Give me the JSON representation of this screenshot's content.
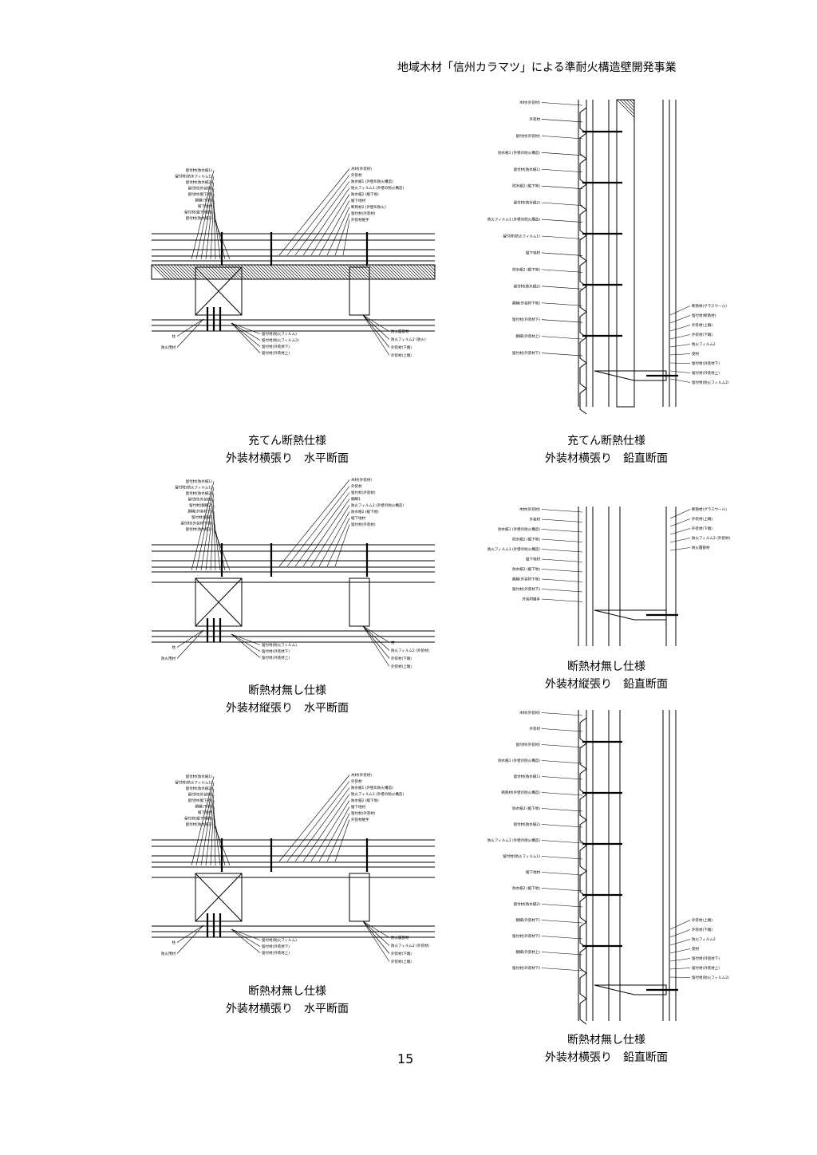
{
  "header": "地域木材「信州カラマツ」による準耐火構造壁開発事業",
  "page_number": "15",
  "figures": [
    {
      "id": "fig1",
      "line1": "充てん断熱仕様",
      "line2": "外装材横張り　水平断面",
      "labels_left": [
        "留付材(防水紙1)",
        "留付材(防水フィルム1)",
        "留付材(防水紙2)",
        "留付材(外装材)",
        "留付材(縦下地)",
        "胴縁(下地)",
        "縦下地材",
        "留付材(縦下地材)",
        "留付材(防水紙1)"
      ],
      "labels_right": [
        "木材(外装材)",
        "外装材",
        "防水紙1 (外壁の防火構造)",
        "防火フィルム1 (外壁の防火構造)",
        "防水紙2 (縦下地)",
        "縦下地材",
        "断熱材2 (外壁の防火)",
        "留付材(外装材)",
        "外装材継手"
      ],
      "labels_bottom_left": [
        "柱",
        "防火用材"
      ],
      "labels_bottom_center": [
        "留付材(防火フィルム)",
        "留付材(防火フィルム2)",
        "留付材(外装材下)",
        "留付材(外装材上)"
      ],
      "labels_bottom_right": [
        "防火層部材",
        "防火フィルム2 (防火)",
        "外装材(下端)",
        "外装材(上端)"
      ]
    },
    {
      "id": "fig2",
      "line1": "充てん断熱仕様",
      "line2": "外装材横張り　鉛直断面",
      "labels_left": [
        "木材(外装材)",
        "外装材",
        "留付材(外装材)",
        "防水紙1 (外壁の防火構造)",
        "留付材(防水紙1)",
        "防水紙2 (縦下地)",
        "留付材(防水紙2)",
        "防火フィルム1 (外壁の防火構造)",
        "留付材(防火フィルム1)",
        "縦下地材",
        "防水紙2 (縦下地)",
        "留付材(防水紙2)",
        "胴縁(外装材下地)",
        "留付材(外装材下)",
        "胴縁(外装材上)",
        "留付材(外装材下)"
      ],
      "labels_right": [
        "断熱材(グラスウール)",
        "留付材(断熱材)",
        "外装材(上端)",
        "外装材(下端)",
        "防火フィルム2",
        "受材",
        "留付材(外装材下)",
        "留付材(外装材上)",
        "留付材(防火フィルム2)"
      ]
    },
    {
      "id": "fig3",
      "line1": "断熱材無し仕様",
      "line2": "外装材縦張り　水平断面",
      "labels_left": [
        "留付材(防水紙1)",
        "留付材(防火フィルム1)",
        "留付材(防水紙2)",
        "留付材(外装材)",
        "留付材(胴縁2)",
        "胴縁(外装材下)",
        "留付材(胴縁)",
        "留付材(外装材下地)",
        "留付材(防水紙1)"
      ],
      "labels_right": [
        "木材(外装材)",
        "外装材",
        "留付材(外装材)",
        "胴縁1",
        "防火フィルム1 (外壁の防火構造)",
        "防水紙2 (縦下地)",
        "縦下地材",
        "留付材(外装材)"
      ],
      "labels_bottom_left": [
        "柱",
        "防火用材"
      ],
      "labels_bottom_center": [
        "留付材(防火フィルム)",
        "留付材(外装材下)",
        "留付材(外装材上)"
      ],
      "labels_bottom_right": [
        "柱",
        "防火フィルム2 (外装材)",
        "外装材(下端)",
        "外装材(上端)"
      ]
    },
    {
      "id": "fig4",
      "line1": "断熱材無し仕様",
      "line2": "外装材縦張り　鉛直断面",
      "labels_left": [
        "木材(外装材)",
        "外装材",
        "防水紙1 (外壁の防火構造)",
        "防水紙2 (縦下地)",
        "防火フィルム1 (外壁の防火構造)",
        "縦下地材",
        "防水紙2 (縦下地)",
        "胴縁(外装材下地)",
        "留付材(外装材下)",
        "外装材継手"
      ],
      "labels_right": [
        "断熱材(グラスウール)",
        "外装材(上端)",
        "外装材(下端)",
        "防火フィルム2 (外装材)",
        "防火層部材"
      ]
    },
    {
      "id": "fig5",
      "line1": "断熱材無し仕様",
      "line2": "外装材横張り　水平断面",
      "labels_left": [
        "留付材(防水紙1)",
        "留付材(防火フィルム1)",
        "留付材(防水紙2)",
        "留付材(外装材)",
        "留付材(縦下地)",
        "胴縁(下地)",
        "縦下地材",
        "留付材(縦下地材)",
        "留付材(防水紙1)"
      ],
      "labels_right": [
        "木材(外装材)",
        "外装材",
        "防水紙1 (外壁の防火構造)",
        "防火フィルム1 (外壁の防火構造)",
        "防水紙2 (縦下地)",
        "縦下地材",
        "留付材(外装材)",
        "外装材継手"
      ],
      "labels_bottom_left": [
        "柱",
        "防火用材"
      ],
      "labels_bottom_center": [
        "留付材(防火フィルム)",
        "留付材(外装材下)",
        "留付材(外装材上)"
      ],
      "labels_bottom_right": [
        "防火層部材",
        "防火フィルム2 (外装材)",
        "外装材(下端)",
        "外装材(上端)"
      ]
    },
    {
      "id": "fig6",
      "line1": "断熱材無し仕様",
      "line2": "外装材横張り　鉛直断面",
      "labels_left": [
        "木材(外装材)",
        "外装材",
        "留付材(外装材)",
        "防水紙1 (外壁の防火構造)",
        "留付材(防水紙1)",
        "断熱材(外壁の防火構造)",
        "防水紙2 (縦下地)",
        "留付材(防水紙2)",
        "防火フィルム1 (外壁の防火構造)",
        "留付材(防火フィルム1)",
        "縦下地材",
        "防水紙2 (縦下地)",
        "留付材(防水紙2)",
        "胴縁(外装材下)",
        "留付材(外装材下)",
        "胴縁(外装材上)",
        "留付材(外装材下)"
      ],
      "labels_right": [
        "外装材(上端)",
        "外装材(下端)",
        "防火フィルム2",
        "受材",
        "留付材(外装材下)",
        "留付材(外装材上)",
        "留付材(防火フィルム2)"
      ]
    }
  ]
}
